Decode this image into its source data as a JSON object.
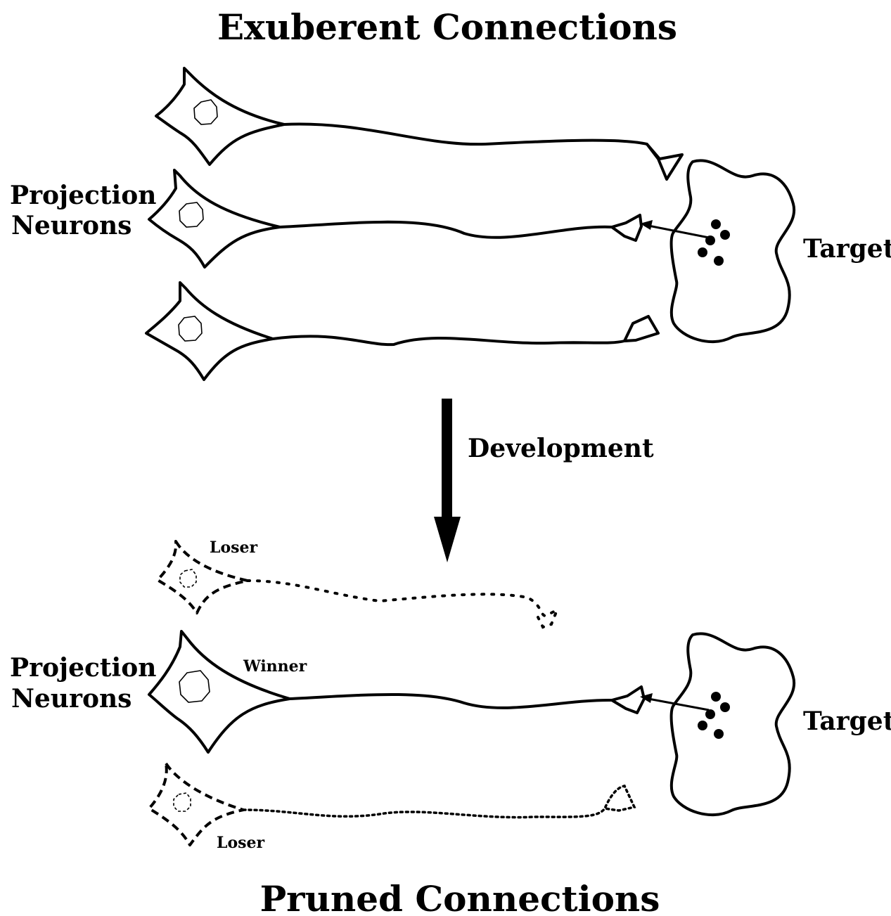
{
  "top": {
    "title": "Exuberent Connections",
    "neurons_label_line1": "Projection",
    "neurons_label_line2": "Neurons",
    "target_label": "Target"
  },
  "arrow": {
    "label": "Development"
  },
  "bottom": {
    "title": "Pruned Connections",
    "neurons_label_line1": "Projection",
    "neurons_label_line2": "Neurons",
    "target_label": "Target",
    "loser_top_label": "Loser",
    "winner_label": "Winner",
    "loser_bottom_label": "Loser"
  }
}
